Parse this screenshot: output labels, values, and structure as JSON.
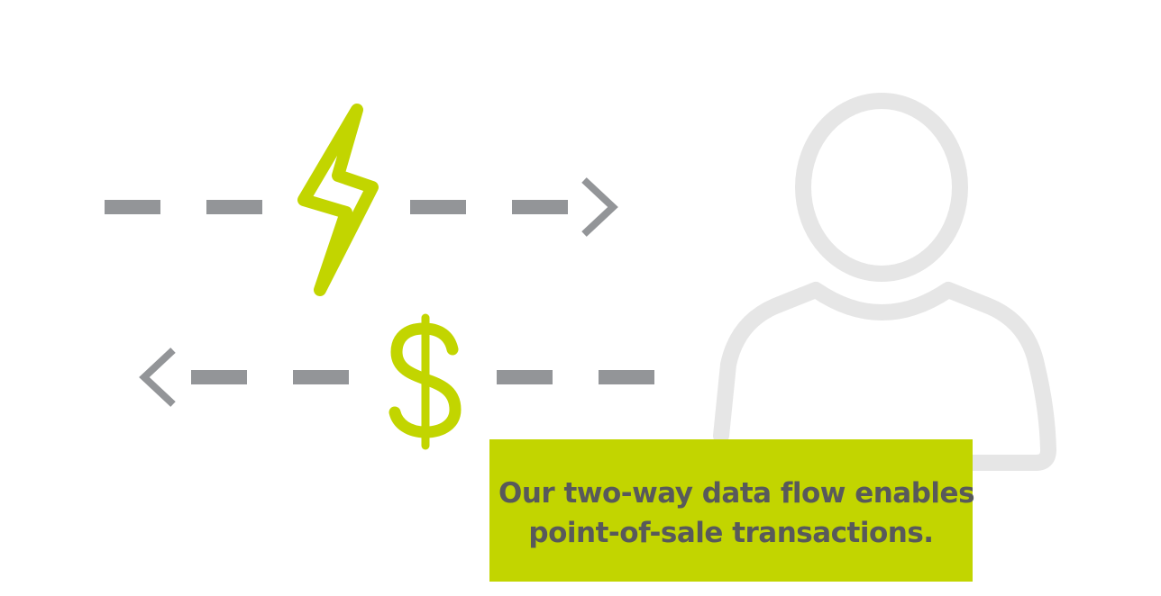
{
  "diagram": {
    "colors": {
      "accent": "#c2d500",
      "arrow": "#939598",
      "person": "#e6e6e6",
      "text": "#58595b",
      "background": "#ffffff"
    },
    "icons": {
      "top_flow": "lightning-bolt-icon",
      "bottom_flow": "dollar-sign-icon",
      "recipient": "person-icon"
    },
    "flows": [
      {
        "direction": "right",
        "icon": "lightning-bolt-icon"
      },
      {
        "direction": "left",
        "icon": "dollar-sign-icon"
      }
    ],
    "callout": {
      "line1": "Our two-way data flow enables",
      "line2": "point-of-sale transactions."
    }
  }
}
